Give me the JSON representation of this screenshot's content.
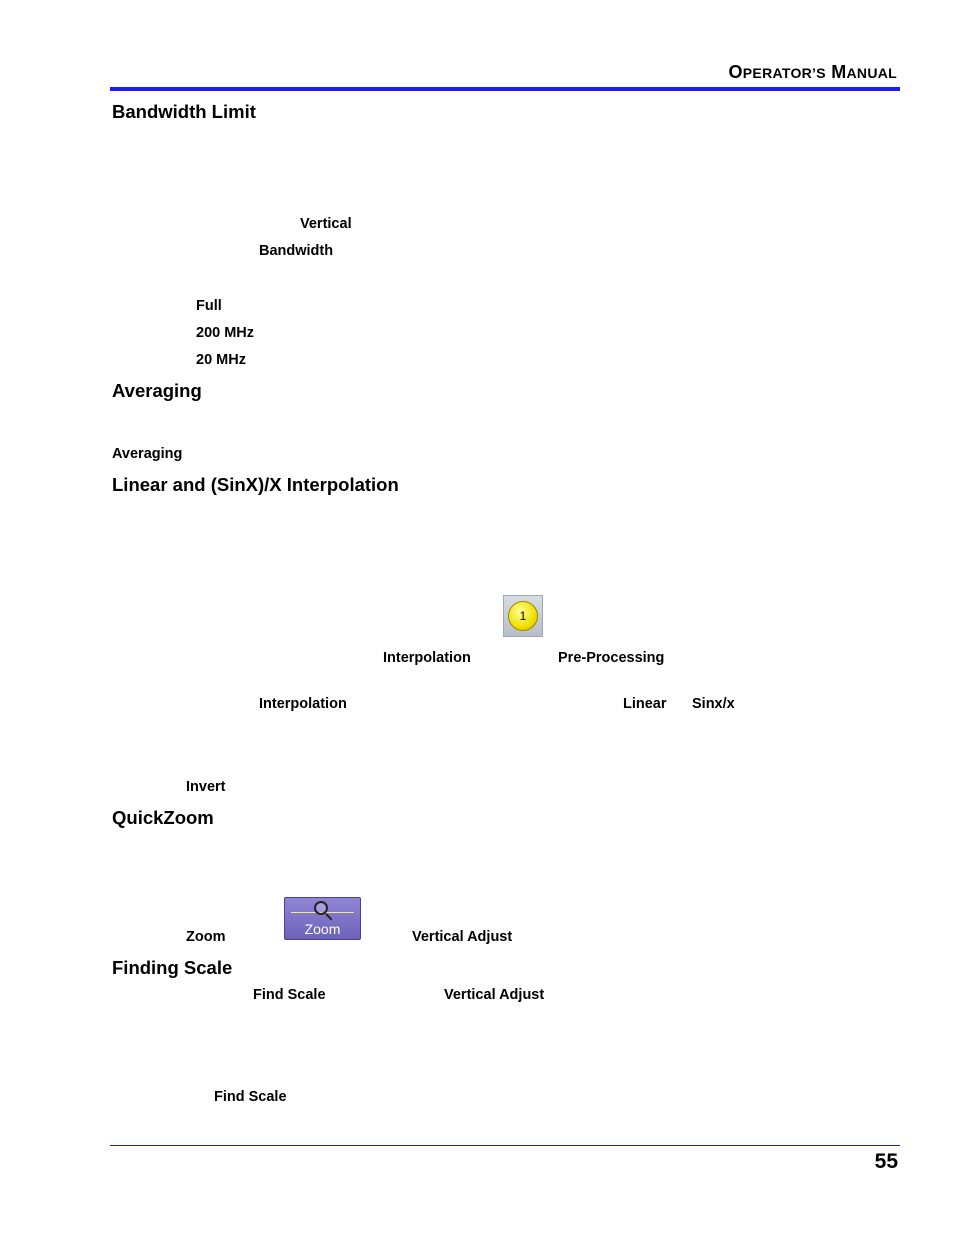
{
  "header": {
    "title_cap1": "O",
    "title_rest1": "PERATOR’S",
    "title_cap2": "M",
    "title_rest2": "ANUAL"
  },
  "sections": {
    "bandwidth": "Bandwidth Limit",
    "averaging": "Averaging",
    "interpolation": "Linear and (SinX)/X Interpolation",
    "quickzoom": "QuickZoom",
    "finding_scale": "Finding Scale"
  },
  "labels": {
    "vertical": "Vertical",
    "bandwidth": "Bandwidth",
    "full": "Full",
    "mhz200": "200 MHz",
    "mhz20": "20 MHz",
    "averaging": "Averaging",
    "interpolation": "Interpolation",
    "pre_processing": "Pre-Processing",
    "interpolation2": "Interpolation",
    "linear": "Linear",
    "sinx": "Sinx/x",
    "invert": "Invert",
    "zoom": "Zoom",
    "vertical_adjust": "Vertical Adjust",
    "find_scale": "Find Scale",
    "vertical_adjust2": "Vertical Adjust",
    "find_scale2": "Find Scale"
  },
  "buttons": {
    "channel1": "1",
    "zoom": "Zoom"
  },
  "footer": {
    "page_number": "55"
  },
  "colors": {
    "rule": "#1a1aff",
    "channel1_button": "#f0e000",
    "zoom_button": "#7a70c6"
  }
}
